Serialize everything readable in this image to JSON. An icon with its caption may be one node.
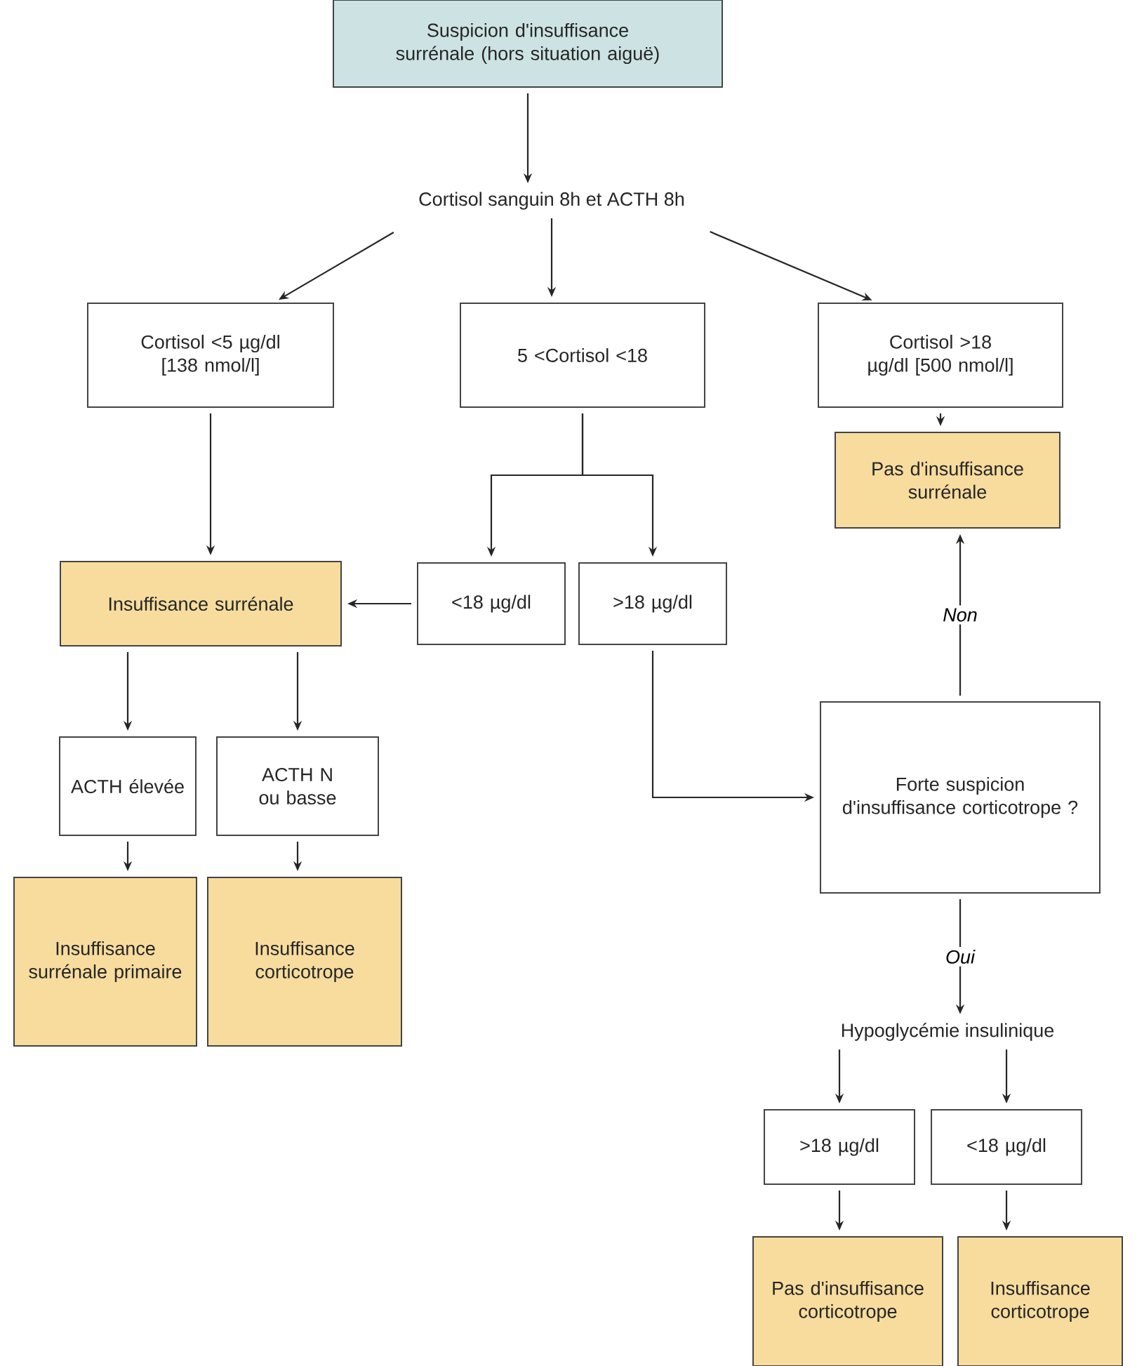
{
  "diagram": {
    "nodes": [
      {
        "text": [
          "Suspicion d'insuffisance surrénale (hors situation aiguë)"
        ]
      },
      {
        "text": [
          "Cortisol sanguin 8h et ACTH 8h"
        ]
      },
      {
        "text": [
          "Cortisol <5 µg/dl [138 nmol/l]"
        ]
      },
      {
        "text": [
          "5 <Cortisol <18"
        ]
      },
      {
        "text": [
          "Cortisol >18 µg/dl [500 nmol/l]"
        ]
      },
      {
        "text": [
          "Pas d'insuffisance surrénale"
        ]
      },
      {
        "text": [
          "Insuffisance surrénale"
        ]
      },
      {
        "text": [
          "<18 µg/dl"
        ]
      },
      {
        "text": [
          ">18 µg/dl"
        ]
      },
      {
        "text": [
          "ACTH élevée"
        ]
      },
      {
        "text": [
          "ACTH N ou basse"
        ]
      },
      {
        "text": [
          "Forte suspicion d'insuffisance corticotrope ?"
        ]
      },
      {
        "text": [
          "Insuffisance surrénale primaire"
        ]
      },
      {
        "text": [
          "Insuffisance corticotrope"
        ]
      },
      {
        "text": [
          "Hypoglycémie insulinique"
        ]
      },
      {
        "text": [
          ">18 µg/dl"
        ]
      },
      {
        "text": [
          "<18 µg/dl"
        ]
      },
      {
        "text": [
          "Pas d'insuffisance corticotrope"
        ]
      },
      {
        "text": [
          "Insuffisance corticotrope"
        ]
      }
    ],
    "edges": [
      {
        "from": 0,
        "to": 1,
        "arrow": "to"
      },
      {
        "from": 1,
        "to": 2,
        "arrow": "to"
      },
      {
        "from": 1,
        "to": 3,
        "arrow": "to"
      },
      {
        "from": 1,
        "to": 4,
        "arrow": "to"
      },
      {
        "from": 3,
        "to": 7,
        "arrow": "to"
      },
      {
        "from": 3,
        "to": 8,
        "arrow": "to"
      },
      {
        "from": 2,
        "to": 6,
        "arrow": "to"
      },
      {
        "from": 4,
        "to": 5,
        "arrow": "to"
      },
      {
        "from": 7,
        "to": 6,
        "arrow": "to"
      },
      {
        "from": 8,
        "to": 11,
        "arrow": "to"
      },
      {
        "from": 11,
        "to": 5,
        "arrow": "to",
        "label": "Non"
      },
      {
        "from": 11,
        "to": 14,
        "arrow": "to",
        "label": "Oui"
      },
      {
        "from": 6,
        "to": 9,
        "arrow": "to"
      },
      {
        "from": 6,
        "to": 10,
        "arrow": "to"
      },
      {
        "from": 9,
        "to": 12,
        "arrow": "to"
      },
      {
        "from": 10,
        "to": 13,
        "arrow": "to"
      },
      {
        "from": 14,
        "to": 15,
        "arrow": "to"
      },
      {
        "from": 14,
        "to": 16,
        "arrow": "to"
      },
      {
        "from": 15,
        "to": 17,
        "arrow": "to"
      },
      {
        "from": 16,
        "to": 18,
        "arrow": "to"
      }
    ]
  }
}
